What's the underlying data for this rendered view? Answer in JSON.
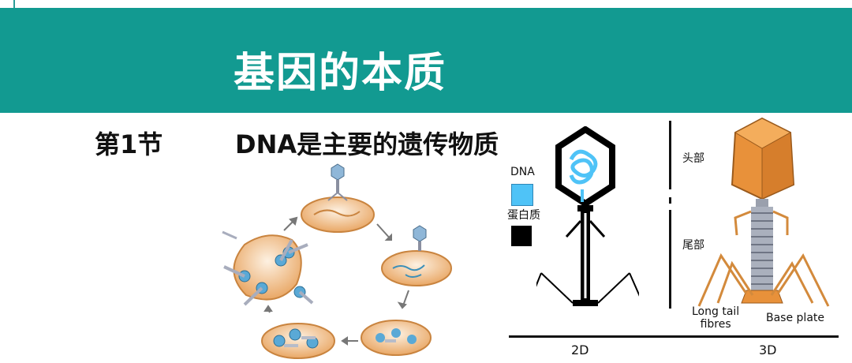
{
  "slide": {
    "title": "基因的本质",
    "section": "第1节",
    "subtitle": "DNA是主要的遗传物质"
  },
  "figure_2d": {
    "legend": [
      {
        "label": "DNA",
        "color": "#4fc3f7"
      },
      {
        "label": "蛋白质",
        "color": "#000000"
      }
    ],
    "axis_label": "2D"
  },
  "figure_3d": {
    "head_label": "头部",
    "tail_label": "尾部",
    "long_tail_fibres": "Long tail\nfibres",
    "base_plate": "Base plate",
    "axis_label": "3D"
  },
  "colors": {
    "banner": "#129a91",
    "phage_orange": "#e8913a",
    "dna_blue": "#4fc3f7"
  }
}
